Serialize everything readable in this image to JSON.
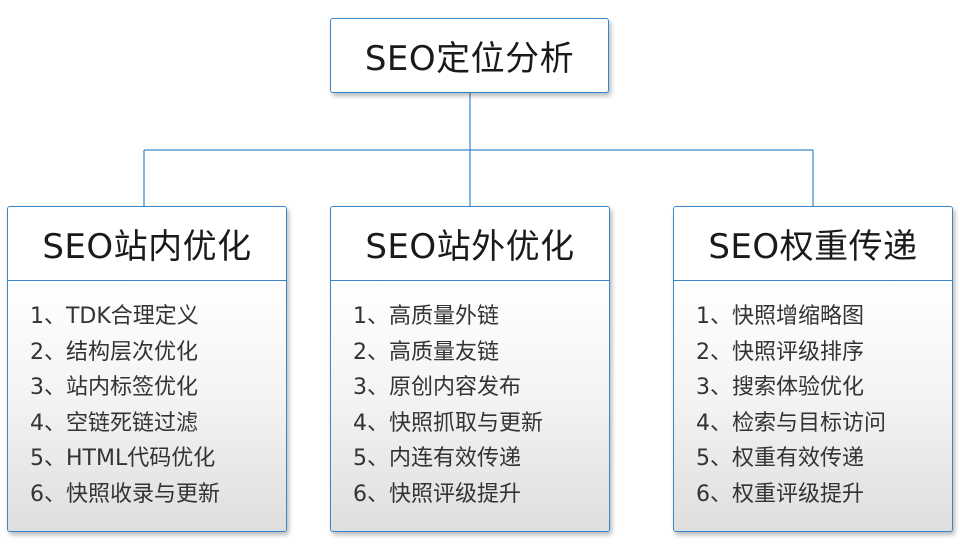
{
  "colors": {
    "border": "#3a86c8",
    "connector": "#3a86c8",
    "text": "#1a1a1a",
    "item_text": "#333333",
    "body_gradient_end": "#dedede"
  },
  "root": {
    "title": "SEO定位分析"
  },
  "branches": [
    {
      "title": "SEO站内优化",
      "items": [
        "1、TDK合理定义",
        "2、结构层次优化",
        "3、站内标签优化",
        "4、空链死链过滤",
        "5、HTML代码优化",
        "6、快照收录与更新"
      ]
    },
    {
      "title": "SEO站外优化",
      "items": [
        "1、高质量外链",
        "2、高质量友链",
        "3、原创内容发布",
        "4、快照抓取与更新",
        "5、内连有效传递",
        "6、快照评级提升"
      ]
    },
    {
      "title": "SEO权重传递",
      "items": [
        "1、快照增缩略图",
        "2、快照评级排序",
        "3、搜索体验优化",
        "4、检索与目标访问",
        "5、权重有效传递",
        "6、权重评级提升"
      ]
    }
  ]
}
